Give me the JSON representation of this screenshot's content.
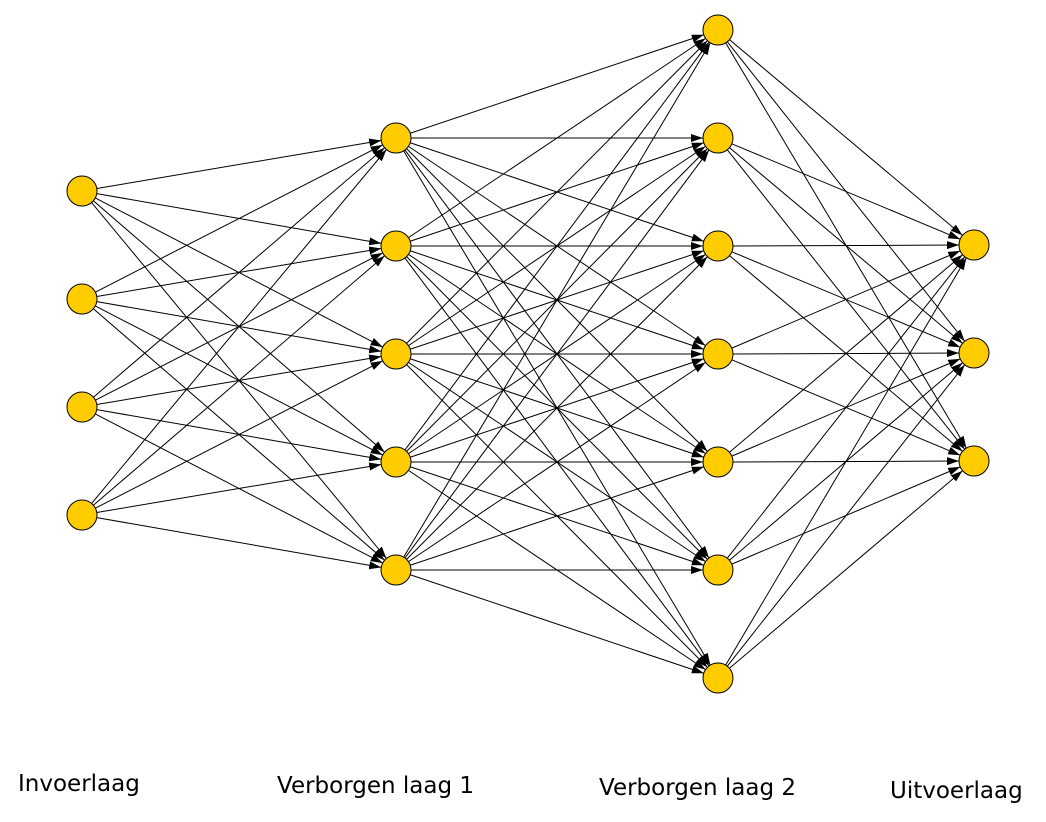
{
  "diagram": {
    "node_fill": "#ffcc00",
    "node_stroke": "#000000",
    "edge_color": "#000000",
    "layers": [
      {
        "label": "Invoerlaag",
        "nodes": 4
      },
      {
        "label": "Verborgen laag 1",
        "nodes": 5
      },
      {
        "label": "Verborgen laag 2",
        "nodes": 7
      },
      {
        "label": "Uitvoerlaag",
        "nodes": 3
      }
    ]
  }
}
